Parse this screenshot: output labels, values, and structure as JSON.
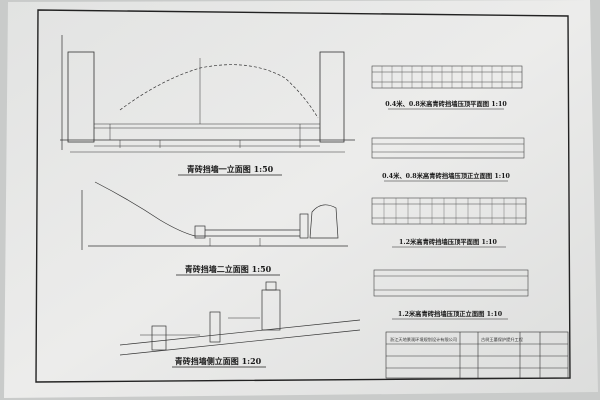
{
  "drawing": {
    "views": {
      "elevation1": "青砖挡墙一立面图 1:50",
      "elevation2": "青砖挡墙二立面图 1:50",
      "side": "青砖挡墙侧立面图 1:20"
    },
    "details": [
      "0.4米、0.8米高青砖挡墙压顶平面图 1:10",
      "0.4米、0.8米高青砖挡墙压顶正立面图 1:10",
      "1.2米高青砖挡墙压顶平面图 1:10",
      "1.2米高青砖挡墙压顶正立面图 1:10"
    ]
  },
  "titleblock": {
    "company": "浙江天地景观环境规划设计有限公司",
    "project": "古树王墓保护提升工程"
  }
}
